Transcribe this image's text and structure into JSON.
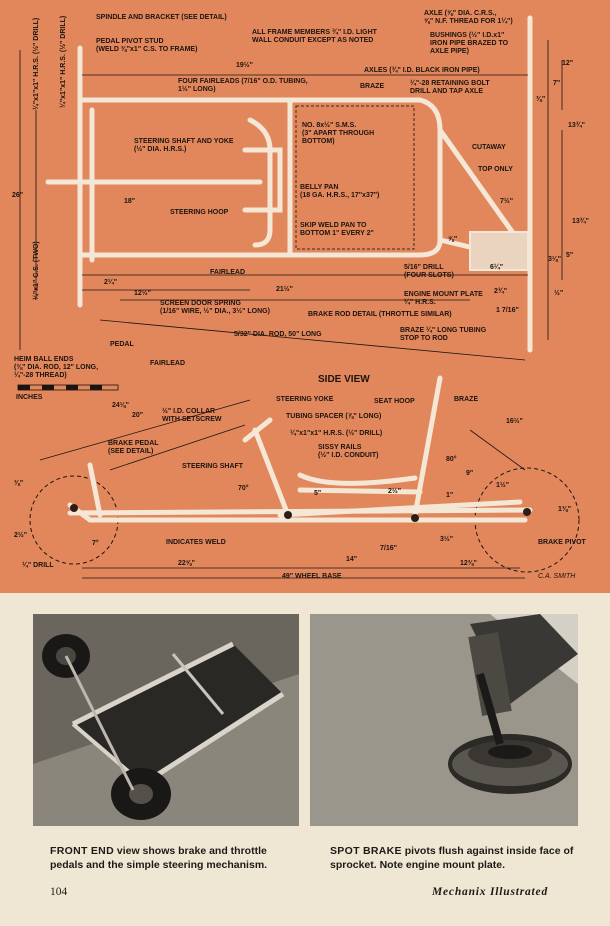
{
  "diagram": {
    "labels": {
      "spindle": "SPINDLE AND BRACKET (SEE DETAIL)",
      "pedal_stud": "PEDAL PIVOT STUD\n(WELD ⅜\"x1\" C.S. TO FRAME)",
      "frame_members": "ALL FRAME MEMBERS ¾\" I.D. LIGHT\nWALL CONDUIT EXCEPT AS NOTED",
      "axle": "AXLE (⅝\" DIA. C.R.S.,\n⅝\" N.F. THREAD FOR 1¼\")",
      "bushings": "BUSHINGS (½\" I.D.x1\"\nIRON PIPE BRAZED TO\nAXLE PIPE)",
      "axles_pipe": "AXLES (¾\" I.D. BLACK IRON PIPE)",
      "retaining_bolt": "¼\"-28 RETAINING BOLT\nDRILL AND TAP AXLE",
      "fairleads": "FOUR FAIRLEADS (7/16\" O.D. TUBING,\n1½\" LONG)",
      "braze_top": "BRAZE",
      "steering_shaft_yoke": "STEERING SHAFT AND YOKE\n(½\" DIA. H.R.S.)",
      "sms": "NO. 8x½\" S.M.S.\n(3\" APART THROUGH\nBOTTOM)",
      "cutaway": "CUTAWAY",
      "top_only": "TOP ONLY",
      "belly_pan": "BELLY PAN\n(18 GA. H.R.S., 17\"x37\")",
      "steering_hoop": "STEERING HOOP",
      "skip_weld": "SKIP WELD PAN TO\nBOTTOM 1\" EVERY 2\"",
      "fairlead": "FAIRLEAD",
      "drill": "5/16\" DRILL\n(FOUR SLOTS)",
      "engine_mount": "ENGINE MOUNT PLATE\n¼\" H.R.S.",
      "screen_spring": "SCREEN DOOR SPRING\n(1/16\" WIRE, ½\" DIA., 3½\" LONG)",
      "brake_rod": "BRAKE ROD DETAIL (THROTTLE SIMILAR)",
      "rod": "5/32\" DIA. ROD, 50\" LONG",
      "braze_tubing": "BRAZE ¼\" LONG TUBING\nSTOP TO ROD",
      "pedal": "PEDAL",
      "fairlead2": "FAIRLEAD",
      "heim": "HEIM BALL ENDS\n(⅜\" DIA. ROD, 12\" LONG,\n¼\"-28 THREAD)",
      "inches": "INCHES",
      "side_view": "SIDE VIEW",
      "steering_yoke": "STEERING YOKE",
      "seat_hoop": "SEAT HOOP",
      "braze_side": "BRAZE",
      "collar": "½\" I.D. COLLAR\nWITH SETSCREW",
      "tubing_spacer": "TUBING SPACER (⅞\" LONG)",
      "hrs_drill": "¼\"x1\"x1\" H.R.S. (½\" DRILL)",
      "sissy": "SISSY RAILS\n(½\" I.D. CONDUIT)",
      "brake_pedal": "BRAKE PEDAL\n(SEE DETAIL)",
      "steering_shaft": "STEERING SHAFT",
      "indicates_weld": "INDICATES WELD",
      "drill_quarter": "¼\" DRILL",
      "brake_pivot": "BRAKE PIVOT",
      "wheel_base": "49\" WHEEL BASE",
      "artist": "C.A. SMITH",
      "vl1": "¼\"x1\"x1\" H.R.S. (½\" DRILL)",
      "vl2": "¼\"x1\"x1\" H.R.S. (½\" DRILL)",
      "vl3": "¼\"x1\" C.S. (TWO)"
    },
    "dims": {
      "d19": "19½\"",
      "d12": "12\"",
      "d7": "7\"",
      "d38": "⅜\"",
      "d13a": "13¾\"",
      "d26": "26\"",
      "d18": "18\"",
      "d7half": "7½\"",
      "d13b": "13¾\"",
      "d58": "⅝\"",
      "d3a": "3⅛\"",
      "d5": "5\"",
      "d6": "6¼\"",
      "d2q": "2¼\"",
      "d12half": "12½\"",
      "d21": "21½\"",
      "d2_3": "2¾\"",
      "d_half": "½\"",
      "d1_7": "1 7/16\"",
      "d24": "24⅛\"",
      "d20": "20\"",
      "d16": "16½\"",
      "d80": "80°",
      "d70": "70°",
      "d9": "9\"",
      "d38b": "⅜\"",
      "d5b": "5\"",
      "d2half": "2½\"",
      "d1": "1\"",
      "d1half": "1½\"",
      "d1_3": "1⅜\"",
      "d2half_b": "2½\"",
      "d7deg": "7°",
      "d716": "7/16\"",
      "d3half": "3½\"",
      "d22": "22⅝\"",
      "d14": "14\"",
      "d12_3": "12⅜\""
    }
  },
  "photos": {
    "left_caption_lead": "FRONT END",
    "left_caption_text": " view shows brake and throttle pedals and the simple steering mechanism.",
    "right_caption_lead": "SPOT BRAKE",
    "right_caption_text": " pivots flush against inside face of sprocket. Note engine mount plate."
  },
  "footer": {
    "page_number": "104",
    "magazine": "Mechanix Illustrated"
  }
}
